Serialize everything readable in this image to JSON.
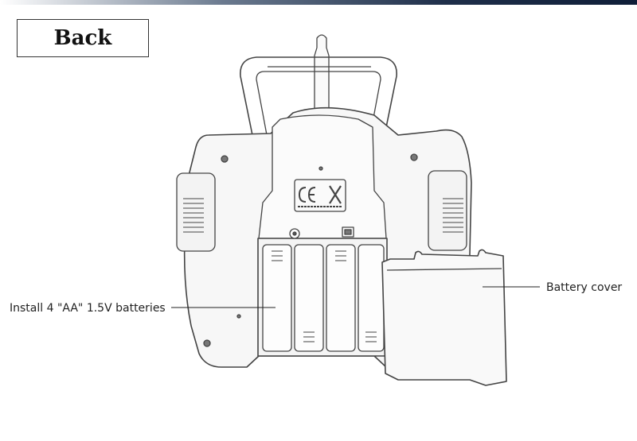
{
  "heading": "Back",
  "callouts": {
    "batteries": "Install 4 \"AA\" 1.5V batteries",
    "cover": "Battery cover"
  },
  "colors": {
    "line": "#333333",
    "body_fill": "#f7f7f7",
    "accent_bar": "#1f2f4a"
  }
}
